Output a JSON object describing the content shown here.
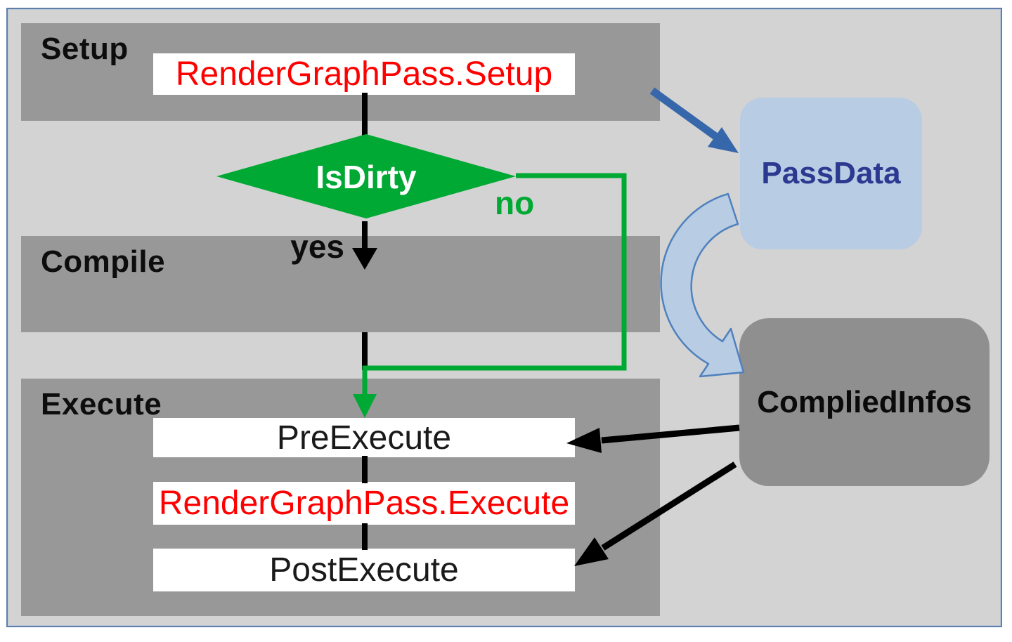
{
  "diagram": {
    "bands": [
      {
        "label": "Setup"
      },
      {
        "label": "Compile"
      },
      {
        "label": "Execute"
      }
    ],
    "nodes": {
      "render_graph_pass_setup": "RenderGraphPass.Setup",
      "is_dirty": "IsDirty",
      "pre_execute": "PreExecute",
      "render_graph_pass_execute": "RenderGraphPass.Execute",
      "post_execute": "PostExecute",
      "pass_data": "PassData",
      "complied_infos": "CompliedInfos"
    },
    "edge_labels": {
      "yes": "yes",
      "no": "no"
    },
    "colors": {
      "lane_gray": "#989898",
      "background_gray": "#d3d3d3",
      "info_box_gray": "#8f8f8f",
      "green": "#00a933",
      "red_text": "#ff0000",
      "black": "#000000",
      "blue_arrow": "#3767ab",
      "pass_data_fill": "#b8cce4",
      "pass_data_text": "#2b3990",
      "curved_arrow_fill": "#b8cce4",
      "curved_arrow_outline": "#4f81bd",
      "border_blue": "#5f7fa8"
    }
  }
}
